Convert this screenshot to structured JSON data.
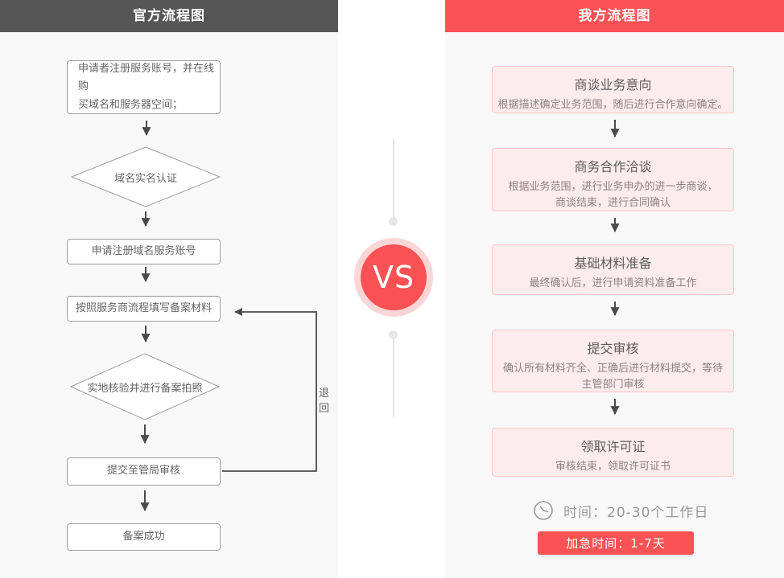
{
  "left_panel": {
    "title": "官方流程图",
    "steps": [
      "申请者注册服务账号，并在线购\n买域名和服务器空间；",
      "域名实名认证",
      "申请注册域名服务账号",
      "按照服务商流程填写备案材料",
      "实地核验并进行备案拍照",
      "提交至管局审核",
      "备案成功"
    ],
    "return_label": "退回"
  },
  "vs_label": "VS",
  "right_panel": {
    "title": "我方流程图",
    "steps": [
      {
        "title": "商谈业务意向",
        "desc": "根据描述确定业务范围，随后进行合作意向确定。"
      },
      {
        "title": "商务合作洽谈",
        "desc": "根据业务范围，进行业务申办的进一步商谈，\n商谈结束，进行合同确认"
      },
      {
        "title": "基础材料准备",
        "desc": "最终确认后，进行申请资料准备工作"
      },
      {
        "title": "提交审核",
        "desc": "确认所有材料齐全、正确后进行材料提交，等待\n主管部门审核"
      },
      {
        "title": "领取许可证",
        "desc": "审核结束，领取许可证书"
      }
    ],
    "time_text": "时间：20-30个工作日",
    "urgent_button": "加急时间：1-7天"
  },
  "colors": {
    "left_header_bg": "#565656",
    "right_header_bg": "#fc5255",
    "panel_bg": "#f8f8f8",
    "accent_red": "#fa5254",
    "pink_box_bg": "#fdecec",
    "pink_box_border": "#f8caca",
    "connector_dark": "#4a4a4a",
    "mid_line_gray": "#e4e4e4"
  }
}
